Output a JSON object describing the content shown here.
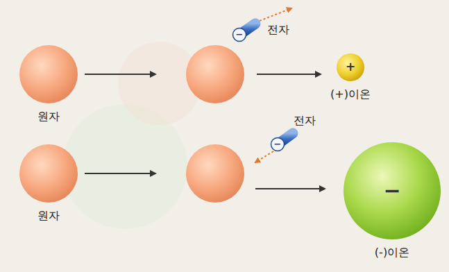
{
  "diagram": {
    "nodes": [
      {
        "text": [
          "원자"
        ]
      },
      {
        "text": [
          "−",
          "전자"
        ]
      },
      {
        "text": [
          "+",
          "(+)이온"
        ]
      },
      {
        "text": [
          "원자"
        ]
      },
      {
        "text": [
          "−",
          "전자"
        ]
      },
      {
        "text": [
          "−",
          "(-)이온"
        ]
      }
    ]
  }
}
